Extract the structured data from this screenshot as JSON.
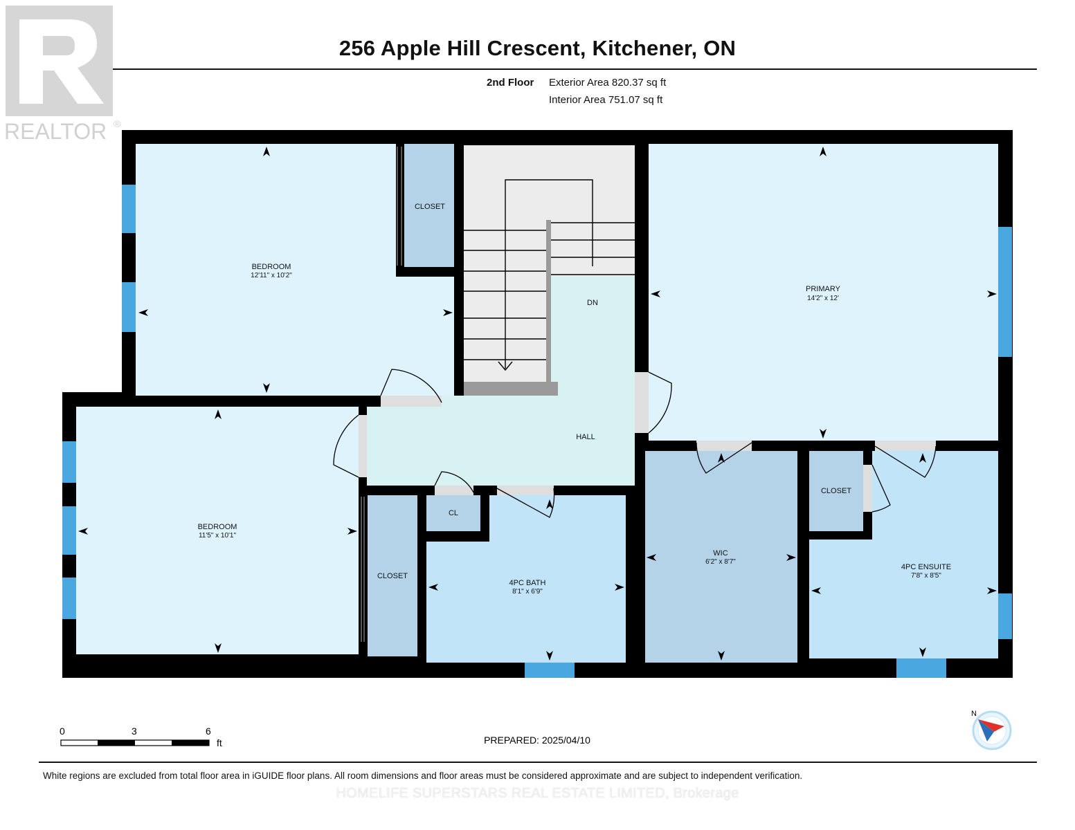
{
  "header": {
    "title": "256 Apple Hill Crescent, Kitchener, ON",
    "floor_label": "2nd Floor",
    "exterior_area": "Exterior Area 820.37 sq ft",
    "interior_area": "Interior Area 751.07 sq ft"
  },
  "logo": {
    "text": "REALTOR",
    "mark": "®"
  },
  "rooms": {
    "bedroom1": {
      "name": "BEDROOM",
      "dims": "12'11\" x 10'2\""
    },
    "closet1": {
      "name": "CLOSET"
    },
    "stairs": {
      "label": "DN"
    },
    "primary": {
      "name": "PRIMARY",
      "dims": "14'2\" x 12'"
    },
    "hall": {
      "name": "HALL"
    },
    "bedroom2": {
      "name": "BEDROOM",
      "dims": "11'5\" x 10'1\""
    },
    "closet2": {
      "name": "CLOSET"
    },
    "cl": {
      "name": "CL"
    },
    "bath": {
      "name": "4PC BATH",
      "dims": "8'1\" x 6'9\""
    },
    "wic": {
      "name": "WIC",
      "dims": "6'2\" x 8'7\""
    },
    "closet3": {
      "name": "CLOSET"
    },
    "ensuite": {
      "name": "4PC ENSUITE",
      "dims": "7'8\" x 8'5\""
    }
  },
  "scale": {
    "ticks": [
      "0",
      "3",
      "6"
    ],
    "unit": "ft"
  },
  "compass": {
    "label": "N"
  },
  "prepared": "PREPARED: 2025/04/10",
  "disclaimer": "White regions are excluded from total floor area in iGUIDE floor plans. All room dimensions and floor areas must be considered approximate and are subject to independent verification.",
  "brokerage": "HOMELIFE SUPERSTARS REAL ESTATE LIMITED, Brokerage",
  "colors": {
    "wall": "#000000",
    "bedroom": "#dff3fc",
    "closet": "#b5d3e8",
    "hall": "#d8f1f2",
    "bath": "#c1e4f8",
    "stairs": "#ececec",
    "window": "#4aa7df"
  }
}
